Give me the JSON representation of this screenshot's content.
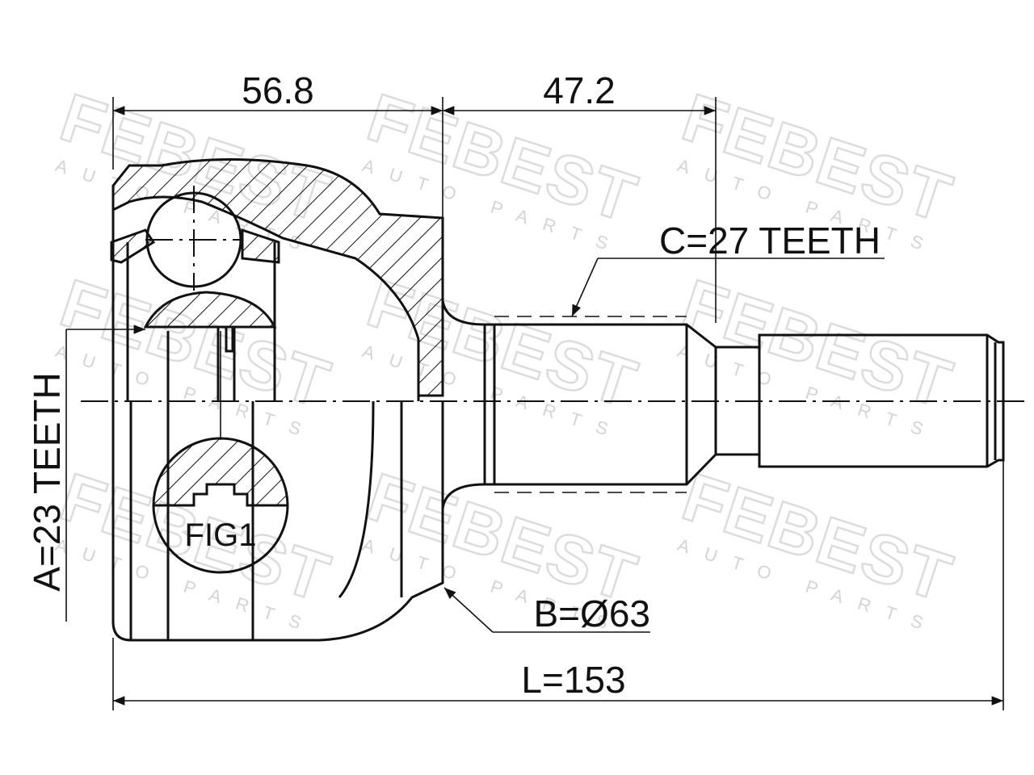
{
  "watermark": {
    "brand": "FEBEST",
    "subtitle": "AUTO PARTS"
  },
  "dimensions": {
    "outer_length_label": "56.8",
    "shaft_length_label": "47.2",
    "total_length_label": "L=153",
    "outer_diameter_label": "B=Ø63",
    "outer_teeth_label": "C=27 TEETH",
    "inner_teeth_label": "A=23 TEETH"
  },
  "figure_label": "FIG1",
  "colors": {
    "line": "#111111",
    "watermark": "#dcdcdc",
    "background": "#ffffff"
  }
}
